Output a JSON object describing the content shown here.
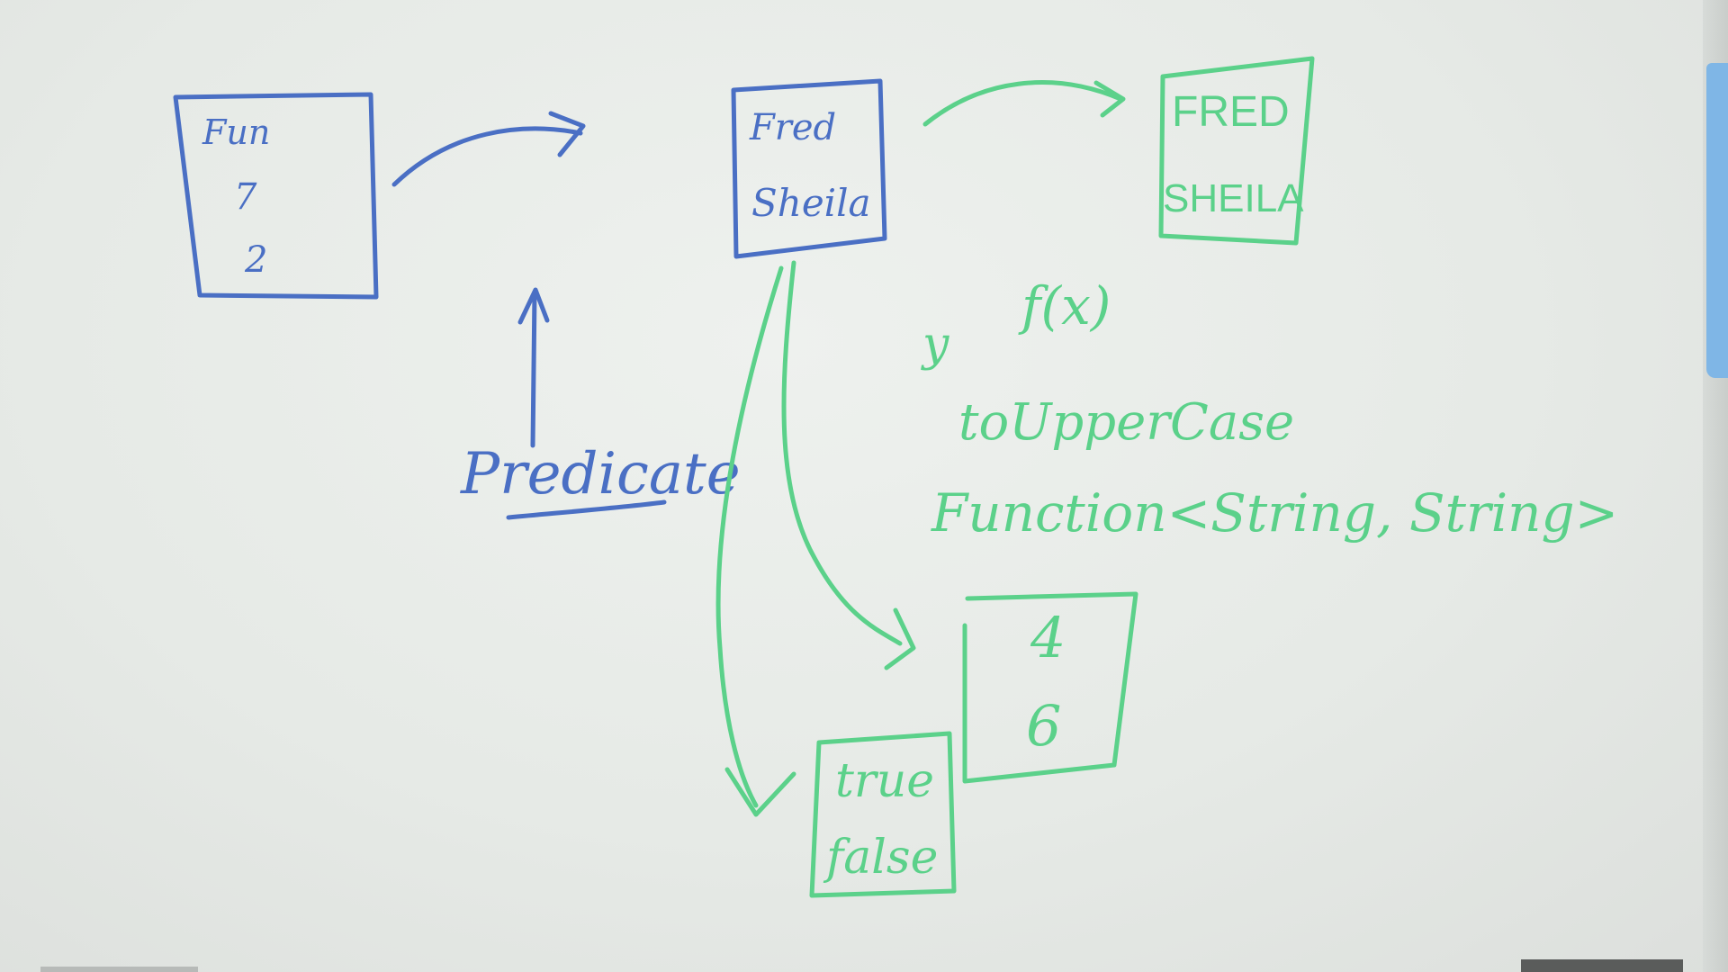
{
  "whiteboard": {
    "box_source": [
      "Fun",
      "7",
      "2"
    ],
    "box_names": [
      "Fred",
      "Sheila"
    ],
    "box_upper": [
      "FRED",
      "SHEILA"
    ],
    "box_numbers": [
      "4",
      "6"
    ],
    "box_bools": [
      "true",
      "false"
    ],
    "label_predicate": "Predicate",
    "label_y": "y",
    "label_fx": "f(x)",
    "label_method": "toUpperCase",
    "label_function_type": "Function<String, String>"
  },
  "colors": {
    "blue_marker": "#4a6fc4",
    "green_marker": "#5bd18a",
    "board": "#e8ebe8"
  }
}
